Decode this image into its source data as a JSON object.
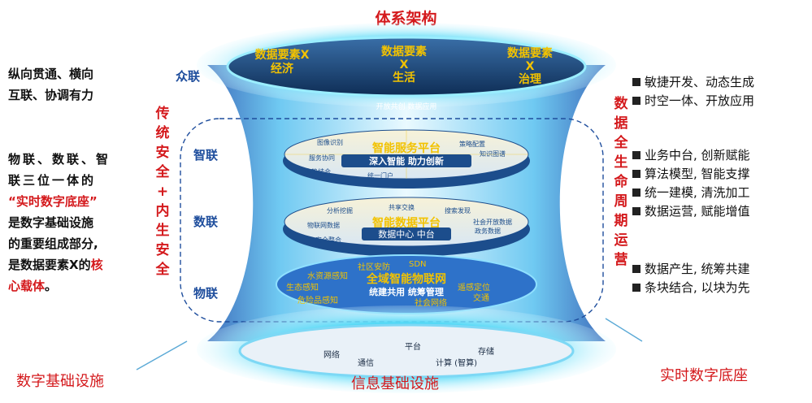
{
  "title": "体系架构",
  "left": {
    "top_lines": [
      "纵向贯通、横向",
      "互联、协调有力"
    ],
    "mid_lines": [
      "物联、数联、智",
      "联三位一体的"
    ],
    "highlight": "“实时数字底座”",
    "rest_lines": [
      "是数字基础设施",
      "的重要组成部分,"
    ],
    "last_line_prefix": "是数据要素X的",
    "last_line_red": "核",
    "last_line2_red": "心载体",
    "last_line2_end": "。"
  },
  "vertical_left": [
    "传",
    "统",
    "安",
    "全",
    "+",
    "内",
    "生",
    "安",
    "全"
  ],
  "vertical_right": [
    "数",
    "据",
    "全",
    "生",
    "命",
    "周",
    "期",
    "运",
    "营"
  ],
  "layer_labels": {
    "zhonglian": "众联",
    "zhilian": "智联",
    "shulian": "数联",
    "wulian": "物联"
  },
  "top_disc": {
    "items": [
      {
        "line1": "数据要素X",
        "line2": "经济"
      },
      {
        "line1": "数据要素",
        "line2": "X",
        "line3": "生活"
      },
      {
        "line1": "数据要素",
        "line2": "X",
        "line3": "治理"
      }
    ],
    "caption": "开放共创 数据应用"
  },
  "smart_disc": {
    "title": "智能服务平台",
    "subtitle": "深入智能 助力创新",
    "labels": [
      "图像识别",
      "策略配置",
      "服务协同",
      "知识图谱",
      "态势结合",
      "统一门户"
    ]
  },
  "data_disc": {
    "title": "智能数据平台",
    "subtitle": "数据中心 中台",
    "labels": [
      "分析挖掘",
      "共享交换",
      "搜索发现",
      "物联网数据",
      "社会开放数据",
      "政务数据",
      "安全整合"
    ]
  },
  "iot_disc": {
    "title": "全域智能物联网",
    "subtitle": "统建共用 统筹管理",
    "labels": [
      "社区安防",
      "SDN",
      "水资源感知",
      "生态感知",
      "遥感定位",
      "交通",
      "危险品感知",
      "社会网络"
    ]
  },
  "base_disc": {
    "labels": [
      "网络",
      "通信",
      "平台",
      "存储",
      "计算 (智算)"
    ]
  },
  "right": {
    "group1": [
      "敏捷开发、动态生成",
      "时空一体、开放应用"
    ],
    "group2": [
      "业务中台, 创新赋能",
      "算法模型, 智能支撑",
      "统一建模, 清洗加工",
      "数据运营, 赋能增值"
    ],
    "group3": [
      "数据产生, 统筹共建",
      "条块结合, 以块为先"
    ]
  },
  "bottom": {
    "left": "数字基础设施",
    "center": "信息基础设施",
    "right": "实时数字底座"
  },
  "colors": {
    "accent_red": "#d4191c",
    "label_blue": "#1f4e9d",
    "cyan_glow": "#37d6f5",
    "disc_blue": "#1c4d8c",
    "gold": "#f2c200"
  }
}
